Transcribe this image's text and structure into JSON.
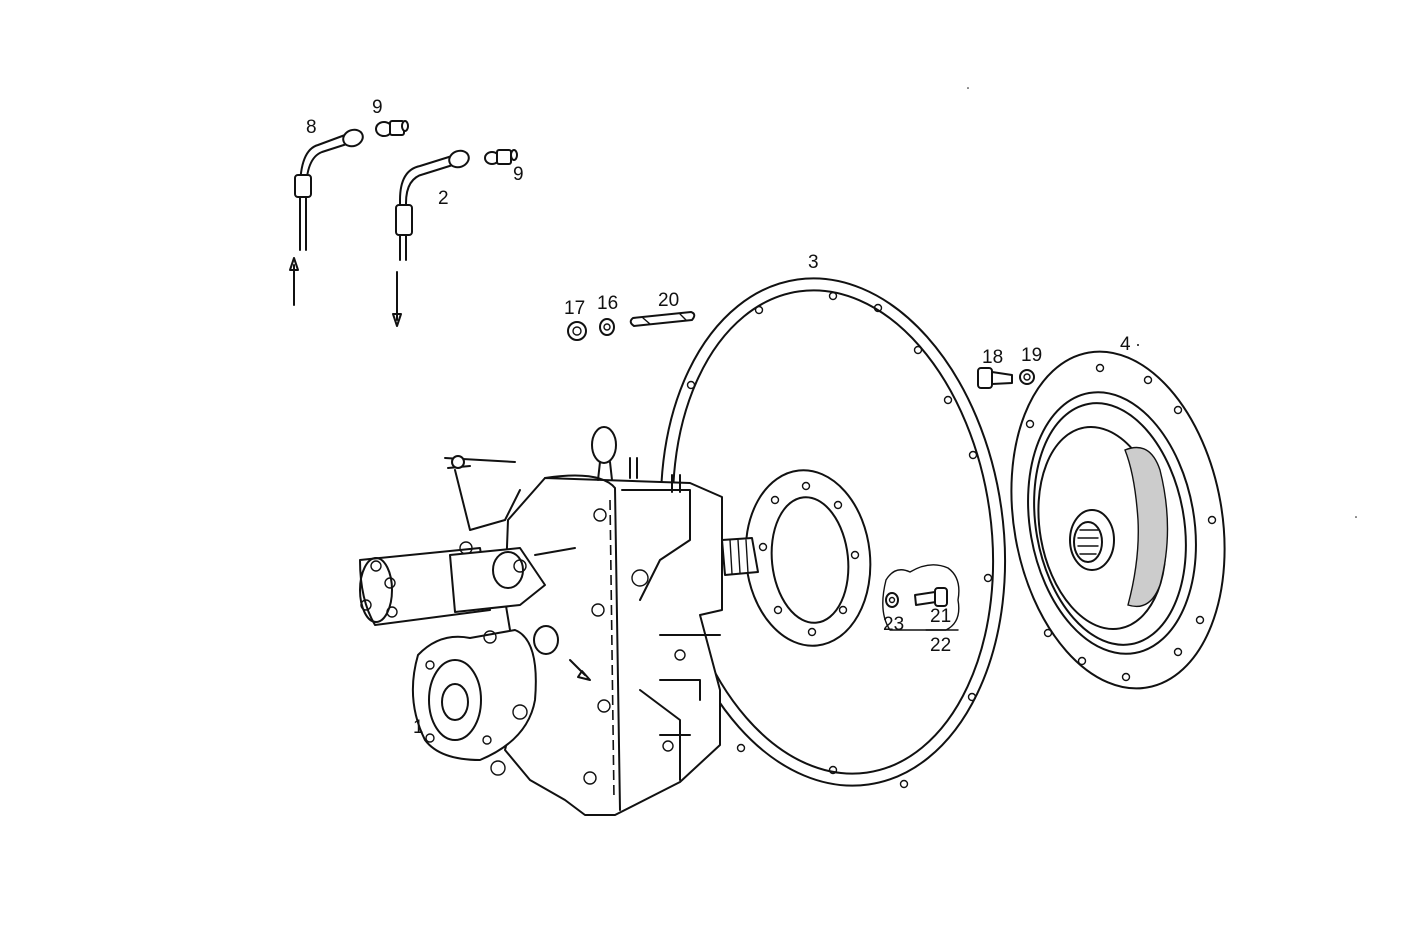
{
  "labels": {
    "l1": "1",
    "l2": "2",
    "l3": "3",
    "l4": "4",
    "l8": "8",
    "l9a": "9",
    "l9b": "9",
    "l16": "16",
    "l17": "17",
    "l18": "18",
    "l19": "19",
    "l20": "20",
    "l21": "21",
    "l22": "22",
    "l23": "23"
  }
}
